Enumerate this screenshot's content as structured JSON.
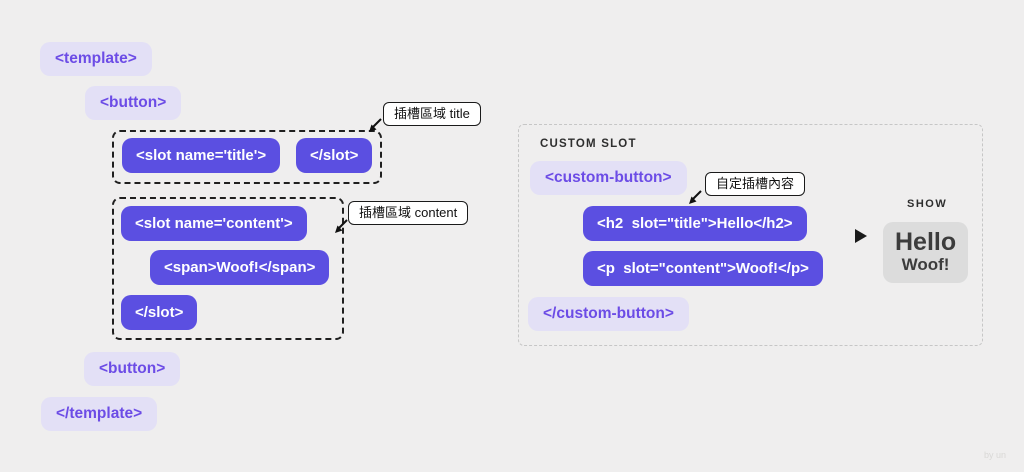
{
  "page": {
    "background": "#efeeee",
    "watermark": "by un"
  },
  "colors": {
    "pill_solid_bg": "#5b4fe1",
    "pill_solid_text": "#ffffff",
    "pill_light_bg": "#e3e0f6",
    "pill_light_text": "#6c4ce6",
    "dashed_dark_border": "#1f1f1f",
    "dashed_light_border": "#c6c6c6",
    "show_box_bg": "#dcdcdc",
    "show_text": "#3c3c3c"
  },
  "template_side": {
    "template_open": "<template>",
    "button_open": "<button>",
    "title_group": {
      "slot_open": "<slot name='title'>",
      "slot_close": "</slot>",
      "callout": "插槽區域 title"
    },
    "content_group": {
      "slot_open": "<slot name='content'>",
      "span_tag": "<span>Woof!</span>",
      "slot_close": "</slot>",
      "callout": "插槽區域 content"
    },
    "button_close": "<button>",
    "template_close": "</template>"
  },
  "custom_side": {
    "heading": "CUSTOM SLOT",
    "custom_button_open": "<custom-button>",
    "callout": "自定插槽內容",
    "h2_tag": "<h2  slot=\"title\">Hello</h2>",
    "p_tag": "<p  slot=\"content\">Woof!</p>",
    "custom_button_close": "</custom-button>",
    "show": {
      "heading": "SHOW",
      "title_text": "Hello",
      "content_text": "Woof!"
    }
  }
}
